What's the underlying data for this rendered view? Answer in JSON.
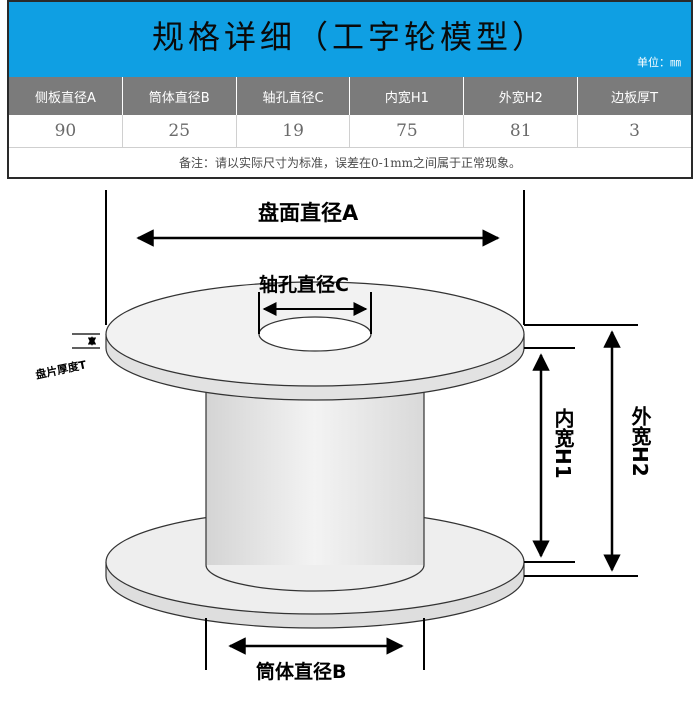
{
  "spec": {
    "title": "规格详细（工字轮模型）",
    "unit": "单位：㎜",
    "columns": [
      "侧板直径A",
      "筒体直径B",
      "轴孔直径C",
      "内宽H1",
      "外宽H2",
      "边板厚T"
    ],
    "values": [
      "90",
      "25",
      "19",
      "75",
      "81",
      "3"
    ],
    "note": "备注：请以实际尺寸为标准，误差在0-1mm之间属于正常现象。"
  },
  "diagram": {
    "label_a": "盘面直径A",
    "label_c": "轴孔直径C",
    "label_t": "盘片厚度T",
    "label_h1": "内宽H1",
    "label_h2": "外宽H2",
    "label_b": "筒体直径B"
  }
}
